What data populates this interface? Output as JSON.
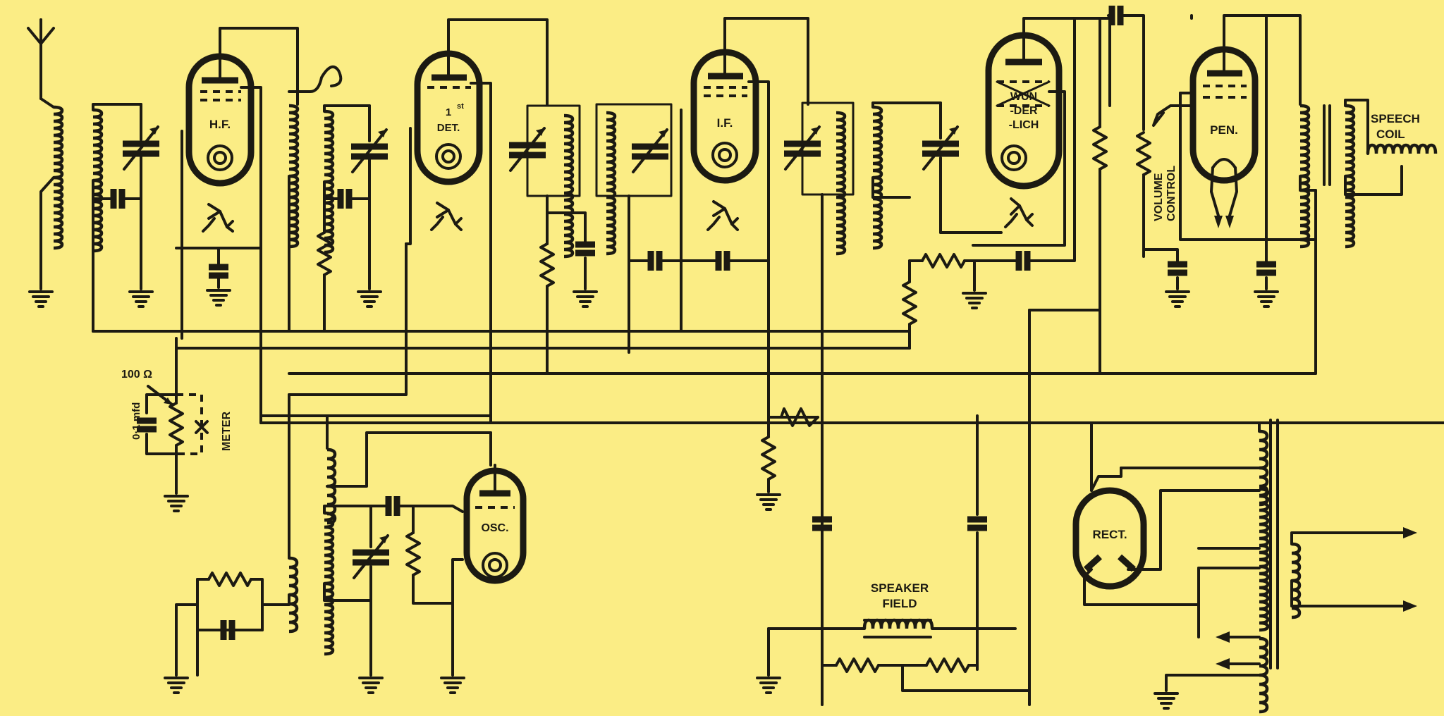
{
  "labels": {
    "hf_valve": "H.F.",
    "det_valve_sup": "st",
    "det_valve_num": "1",
    "det_valve_name": "DET.",
    "if_valve": "I.F.",
    "wunderlich_1": "WUN",
    "wunderlich_2": "-DER",
    "wunderlich_3": "-LICH",
    "pen_valve": "PEN.",
    "osc_valve": "OSC.",
    "rect_valve": "RECT.",
    "speech_coil_1": "SPEECH",
    "speech_coil_2": "COIL",
    "volume_control_1": "VOLUME",
    "volume_control_2": "CONTROL",
    "resistor_value": "100 Ω",
    "capacitor_value": "0·1 mfd",
    "meter": "METER",
    "speaker_field_1": "SPEAKER",
    "speaker_field_2": "FIELD"
  },
  "colors": {
    "background": "#fbed85",
    "ink": "#1c1a12"
  }
}
